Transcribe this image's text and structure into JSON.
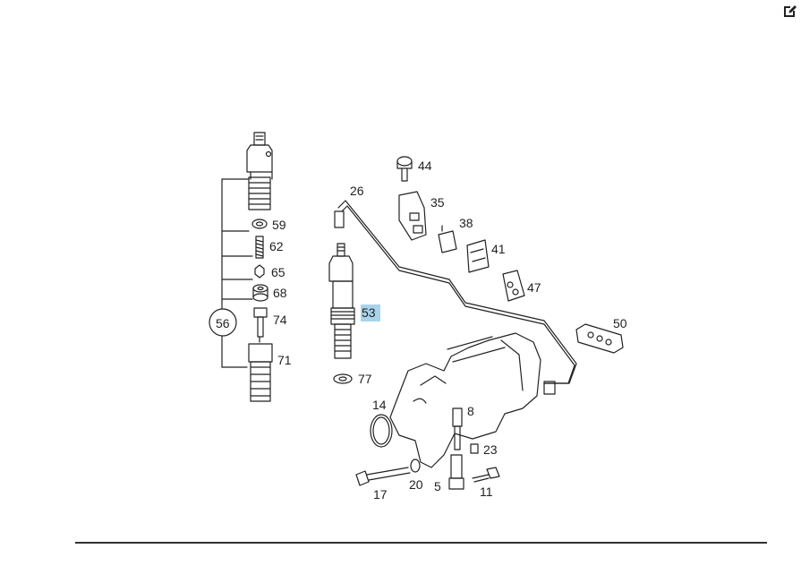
{
  "toolbar": {
    "edit_icon": "edit-icon"
  },
  "diagram": {
    "selected_callout": "53",
    "highlight_color": "#a8d4ea",
    "callouts": {
      "c44": "44",
      "c26": "26",
      "c35": "35",
      "c38": "38",
      "c41": "41",
      "c47": "47",
      "c50": "50",
      "c59": "59",
      "c62": "62",
      "c65": "65",
      "c68": "68",
      "c56": "56",
      "c74": "74",
      "c53": "53",
      "c71": "71",
      "c77": "77",
      "c14": "14",
      "c8": "8",
      "c23": "23",
      "c17": "17",
      "c20": "20",
      "c5": "5",
      "c11": "11"
    }
  }
}
